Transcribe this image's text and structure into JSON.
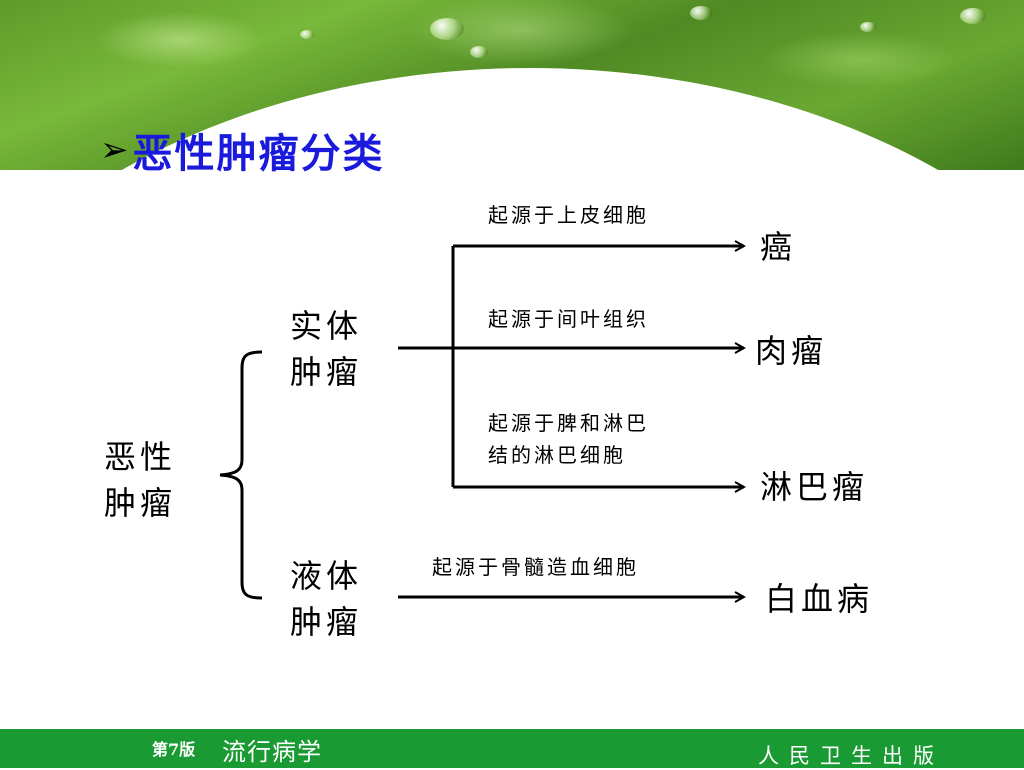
{
  "slide": {
    "title": "恶性肿瘤分类",
    "bullet_icon": "arrow-bullet-icon"
  },
  "diagram": {
    "root": {
      "line1": "恶性",
      "line2": "肿瘤"
    },
    "branches": [
      {
        "id": "solid",
        "line1": "实体",
        "line2": "肿瘤"
      },
      {
        "id": "liquid",
        "line1": "液体",
        "line2": "肿瘤"
      }
    ],
    "outcomes": [
      {
        "origin": "起源于上皮细胞",
        "result": "癌"
      },
      {
        "origin": "起源于间叶组织",
        "result": "肉瘤"
      },
      {
        "origin_line1": "起源于脾和淋巴",
        "origin_line2": "结的淋巴细胞",
        "result": "淋巴瘤"
      },
      {
        "origin": "起源于骨髓造血细胞",
        "result": "白血病"
      }
    ]
  },
  "footer": {
    "edition": "第7版",
    "course": "流行病学",
    "publisher": "人民卫生出版"
  },
  "colors": {
    "title": "#1a1adc",
    "footer_bar": "#1a9a32",
    "banner": "#5e9a2a"
  }
}
